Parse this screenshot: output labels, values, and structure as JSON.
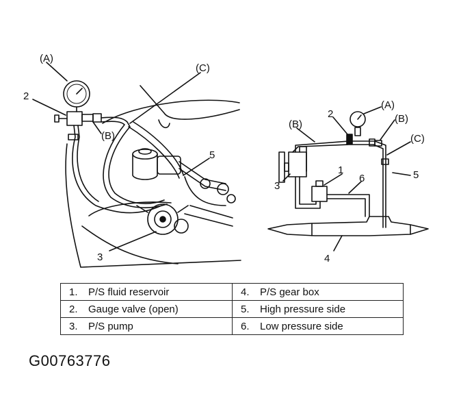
{
  "left_diagram": {
    "callouts": [
      "(A)",
      "2",
      "(B)",
      "(C)",
      "5",
      "3"
    ]
  },
  "right_diagram": {
    "callouts": [
      "(A)",
      "2",
      "(B)",
      "(B)",
      "(C)",
      "1",
      "6",
      "5",
      "3",
      "4"
    ]
  },
  "legend": {
    "rows": [
      {
        "left": {
          "num": "1.",
          "text": "P/S fluid reservoir"
        },
        "right": {
          "num": "4.",
          "text": "P/S gear box"
        }
      },
      {
        "left": {
          "num": "2.",
          "text": "Gauge valve (open)"
        },
        "right": {
          "num": "5.",
          "text": "High pressure side"
        }
      },
      {
        "left": {
          "num": "3.",
          "text": "P/S pump"
        },
        "right": {
          "num": "6.",
          "text": "Low pressure side"
        }
      }
    ]
  },
  "figure_id": "G00763776"
}
